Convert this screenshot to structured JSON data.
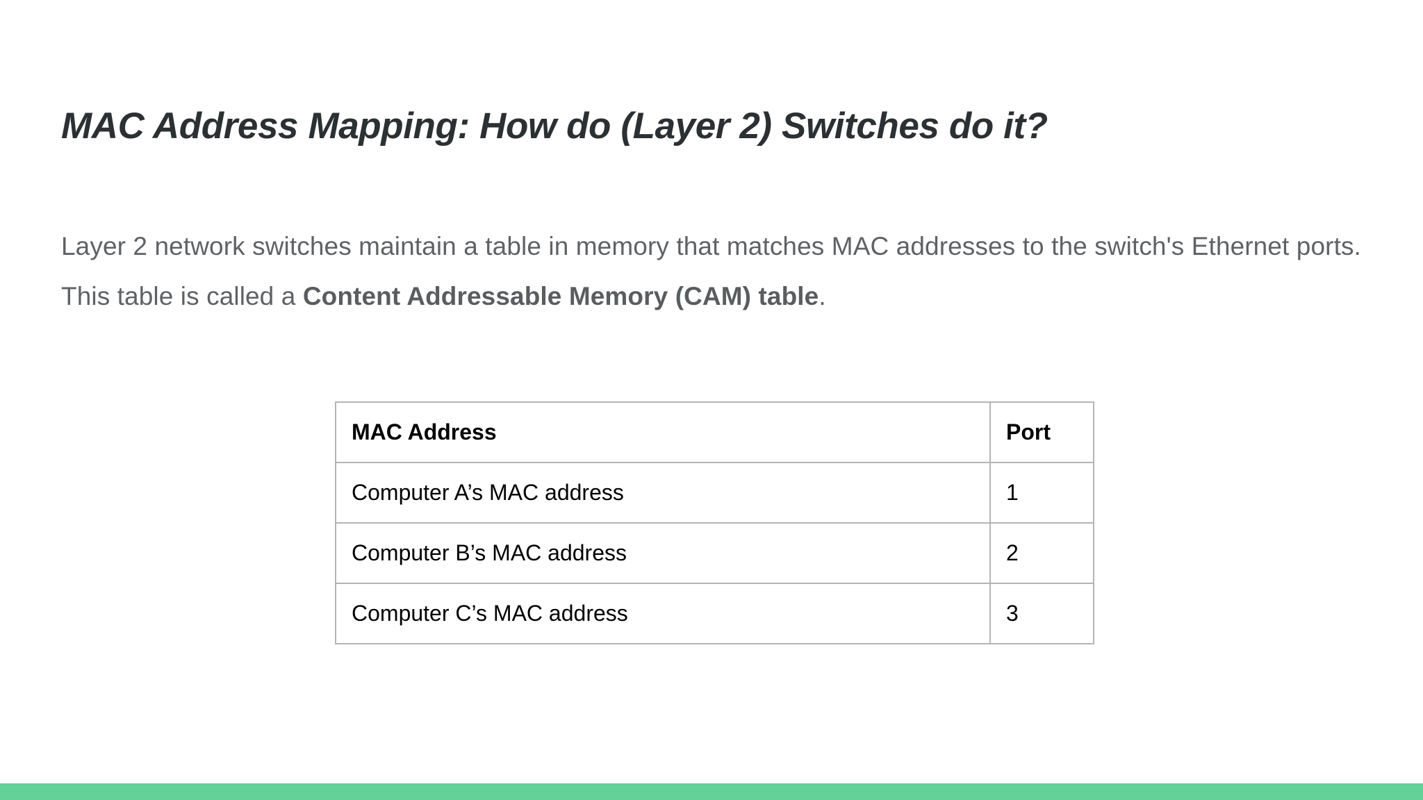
{
  "slide": {
    "title": "MAC Address Mapping: How do (Layer 2) Switches do it?",
    "body": {
      "part1": "Layer 2 network switches maintain a table in memory that matches MAC addresses to the switch's Ethernet ports. This table is called a ",
      "bold1": "Content Addressable Memory (CAM) table",
      "part2": "."
    },
    "table": {
      "headers": {
        "mac": "MAC Address",
        "port": "Port"
      },
      "rows": [
        {
          "mac": "Computer A’s MAC address",
          "port": "1"
        },
        {
          "mac": "Computer B’s MAC address",
          "port": "2"
        },
        {
          "mac": "Computer C’s MAC address",
          "port": "3"
        }
      ]
    },
    "colors": {
      "accent_bar": "#63d198",
      "title_text": "#2b3033",
      "body_text": "#5f6265",
      "table_border": "#b4b4b4"
    }
  }
}
